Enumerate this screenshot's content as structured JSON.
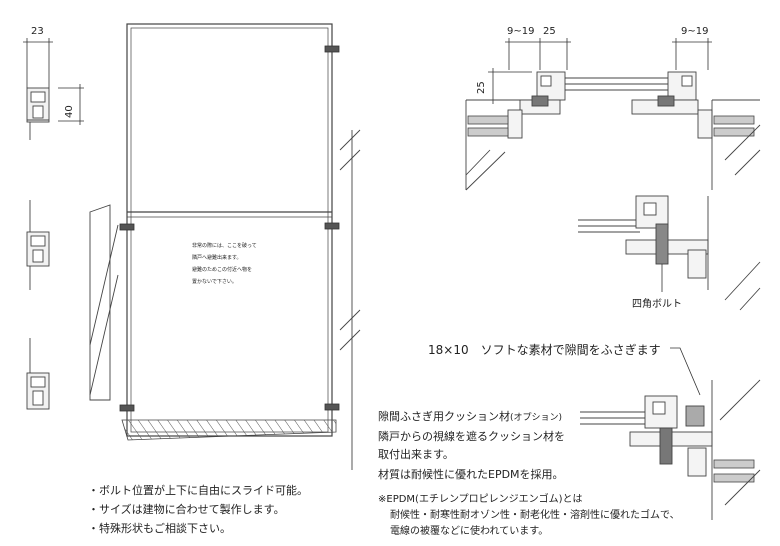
{
  "dimensions": {
    "profile_width": "23",
    "profile_height": "40",
    "left_gap": "9~19",
    "left_width": "25",
    "right_gap": "9~19",
    "section_height": "25"
  },
  "labels": {
    "square_bolt": "四角ボルト",
    "soft_material": "18×10　ソフトな素材で隙間をふさぎます"
  },
  "panel_sign": [
    "非常の際には、ここを破って",
    "隣戸へ避難出来ます。",
    "避難のためこの付近へ物を",
    "置かないで下さい。"
  ],
  "description": {
    "line1_main": "隙間ふさぎ用クッション材",
    "line1_sub": "(オプション)",
    "line2": "隣戸からの視線を遮るクッション材を",
    "line3": "取付出来ます。",
    "line4": "材質は耐候性に優れたEPDMを採用。"
  },
  "footnote": {
    "line1": "※EPDM(エチレンプロピレンジエンゴム)とは",
    "line2": "耐候性・耐寒性耐オゾン性・耐老化性・溶剤性に優れたゴムで、",
    "line3": "電線の被覆などに使われています。"
  },
  "notes": [
    "・ボルト位置が上下に自由にスライド可能。",
    "・サイズは建物に合わせて製作します。",
    "・特殊形状もご相談下さい。"
  ]
}
